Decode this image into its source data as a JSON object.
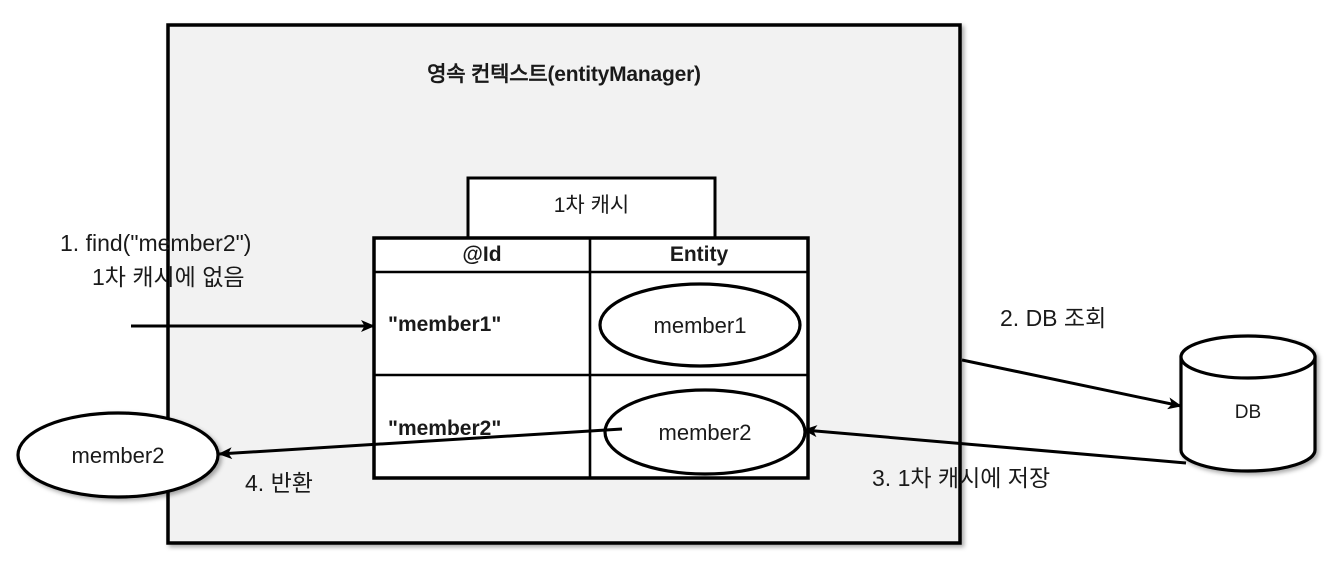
{
  "diagram": {
    "title": "영속 컨텍스트(entityManager)",
    "colors": {
      "context_fill": "#f2f2f2",
      "context_stroke": "#000000",
      "box_fill": "#ffffff",
      "line": "#000000",
      "text": "#1a1a1a"
    }
  },
  "cache": {
    "label": "1차 캐시",
    "columns": [
      "@Id",
      "Entity"
    ],
    "rows": [
      {
        "id": "\"member1\"",
        "entity": "member1"
      },
      {
        "id": "\"member2\"",
        "entity": "member2"
      }
    ]
  },
  "database": {
    "label": "DB"
  },
  "returned_entity": {
    "label": "member2"
  },
  "steps": [
    {
      "number": "1",
      "line1": "1. find(\"member2\")",
      "line2": "1차 캐시에 없음"
    },
    {
      "number": "2",
      "line1": "2. DB 조회",
      "line2": ""
    },
    {
      "number": "3",
      "line1": "3. 1차 캐시에 저장",
      "line2": ""
    },
    {
      "number": "4",
      "line1": "4. 반환",
      "line2": ""
    }
  ]
}
